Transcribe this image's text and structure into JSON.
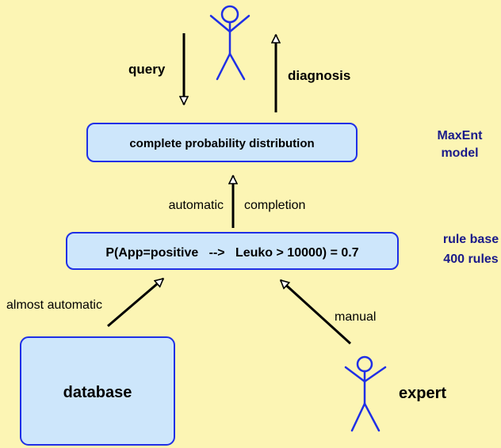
{
  "colors": {
    "background": "#fcf5b4",
    "box_fill": "#cde6fb",
    "box_stroke": "#1f2fe6",
    "line": "#000000",
    "text_accent": "#1a1a8a"
  },
  "labels": {
    "query": "query",
    "diagnosis": "diagnosis",
    "complete_distribution": "complete probability distribution",
    "maxent_line1": "MaxEnt",
    "maxent_line2": "model",
    "automatic": "automatic",
    "completion": "completion",
    "rule": "P(App=positive   -->   Leuko > 10000) = 0.7",
    "rulebase_line1": "rule base",
    "rulebase_line2": "400 rules",
    "almost_automatic": "almost automatic",
    "manual": "manual",
    "database": "database",
    "expert": "expert"
  },
  "icons": {
    "user_top": "stick-figure-user-icon",
    "expert": "stick-figure-expert-icon"
  }
}
